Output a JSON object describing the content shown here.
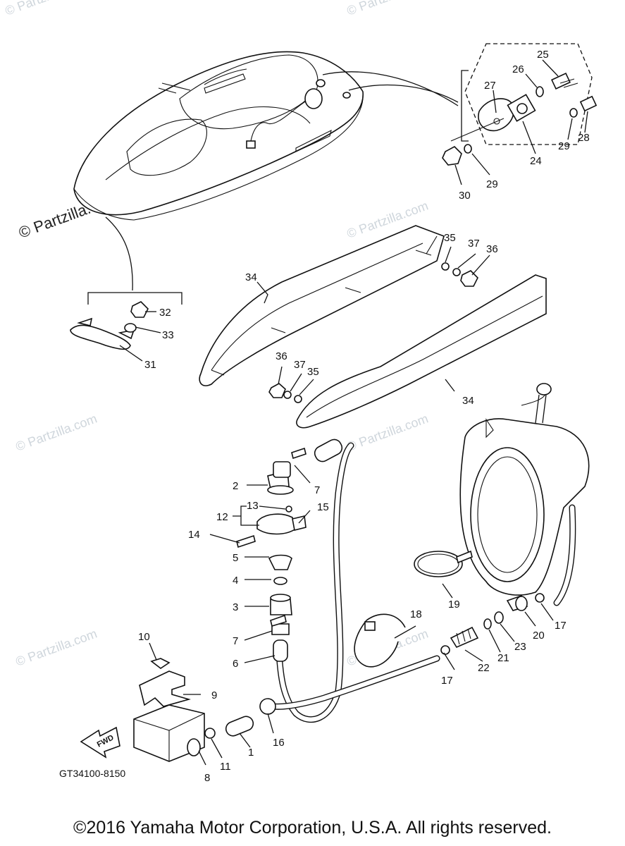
{
  "watermark": "© Partzilla.com",
  "diagram_code": "GT34100-8150",
  "fwd_label": "FWD",
  "copyright": "©2016 Yamaha Motor Corporation, U.S.A. All rights reserved.",
  "callouts": [
    {
      "n": "1"
    },
    {
      "n": "2"
    },
    {
      "n": "3"
    },
    {
      "n": "4"
    },
    {
      "n": "5"
    },
    {
      "n": "6"
    },
    {
      "n": "7"
    },
    {
      "n": "7"
    },
    {
      "n": "8"
    },
    {
      "n": "9"
    },
    {
      "n": "10"
    },
    {
      "n": "11"
    },
    {
      "n": "12"
    },
    {
      "n": "13"
    },
    {
      "n": "14"
    },
    {
      "n": "15"
    },
    {
      "n": "16"
    },
    {
      "n": "17"
    },
    {
      "n": "17"
    },
    {
      "n": "18"
    },
    {
      "n": "19"
    },
    {
      "n": "20"
    },
    {
      "n": "21"
    },
    {
      "n": "22"
    },
    {
      "n": "23"
    },
    {
      "n": "24"
    },
    {
      "n": "25"
    },
    {
      "n": "26"
    },
    {
      "n": "27"
    },
    {
      "n": "28"
    },
    {
      "n": "29"
    },
    {
      "n": "29"
    },
    {
      "n": "30"
    },
    {
      "n": "31"
    },
    {
      "n": "32"
    },
    {
      "n": "33"
    },
    {
      "n": "34"
    },
    {
      "n": "34"
    },
    {
      "n": "35"
    },
    {
      "n": "35"
    },
    {
      "n": "36"
    },
    {
      "n": "36"
    },
    {
      "n": "37"
    },
    {
      "n": "37"
    }
  ]
}
